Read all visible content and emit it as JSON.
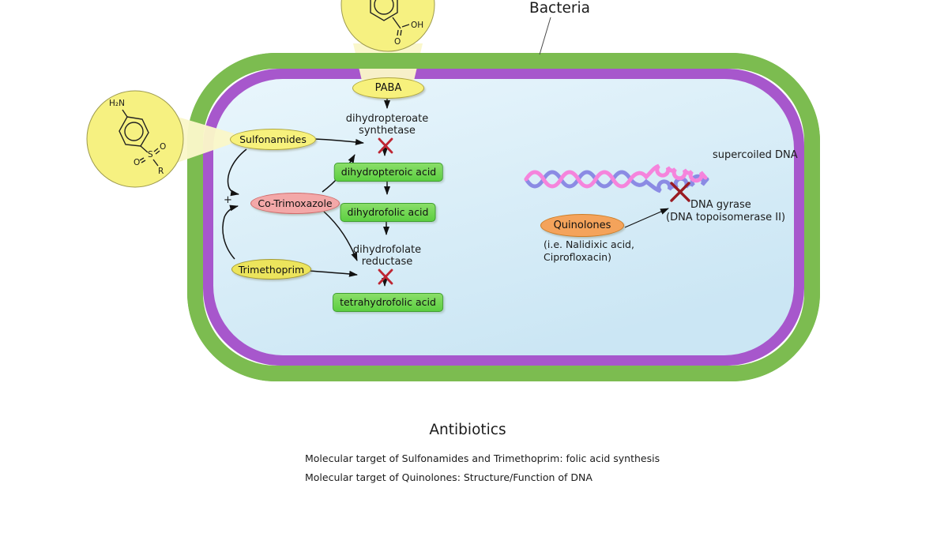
{
  "title": "Bacteria",
  "pathway": {
    "paba_label": "PABA",
    "enzyme1_line1": "dihydropteroate",
    "enzyme1_line2": "synthetase",
    "box1": "dihydropteroic acid",
    "box2": "dihydrofolic acid",
    "enzyme2_line1": "dihydrofolate",
    "enzyme2_line2": "reductase",
    "box3": "tetrahydrofolic acid",
    "drug_sulfonamides": "Sulfonamides",
    "drug_cotrimoxazole": "Co-Trimoxazole",
    "drug_trimethoprim": "Trimethoprim",
    "plus_sign": "+"
  },
  "dna_section": {
    "supercoiled_label": "supercoiled DNA",
    "gyrase_line1": "DNA gyrase",
    "gyrase_line2": "(DNA topoisomerase II)",
    "drug_quinolones": "Quinolones",
    "examples_line1": "(i.e. Nalidixic acid,",
    "examples_line2": "Ciprofloxacin)"
  },
  "molecule_sulfonamide": {
    "amine": "H₂N",
    "sulfur": "S",
    "oxygen_top": "O",
    "oxygen_bottom": "O",
    "r_group": "R"
  },
  "molecule_paba": {
    "hydroxyl": "OH",
    "oxygen": "O"
  },
  "footer": {
    "heading": "Antibiotics",
    "line1": "Molecular target of Sulfonamides and Trimethoprim: folic acid synthesis",
    "line2": "Molecular target of Quinolones: Structure/Function of DNA"
  },
  "colors": {
    "cell_wall_green": "#7cbc50",
    "membrane_purple": "#a757cc",
    "cytoplasm_blue": "#d9eef8",
    "inhibition_x_red": "#be2633",
    "dna_x_dark_red": "#9a1b22",
    "dna_pink": "#f584dc",
    "dna_purple": "#8b8be4",
    "beam_yellow": "#faf7c9"
  }
}
